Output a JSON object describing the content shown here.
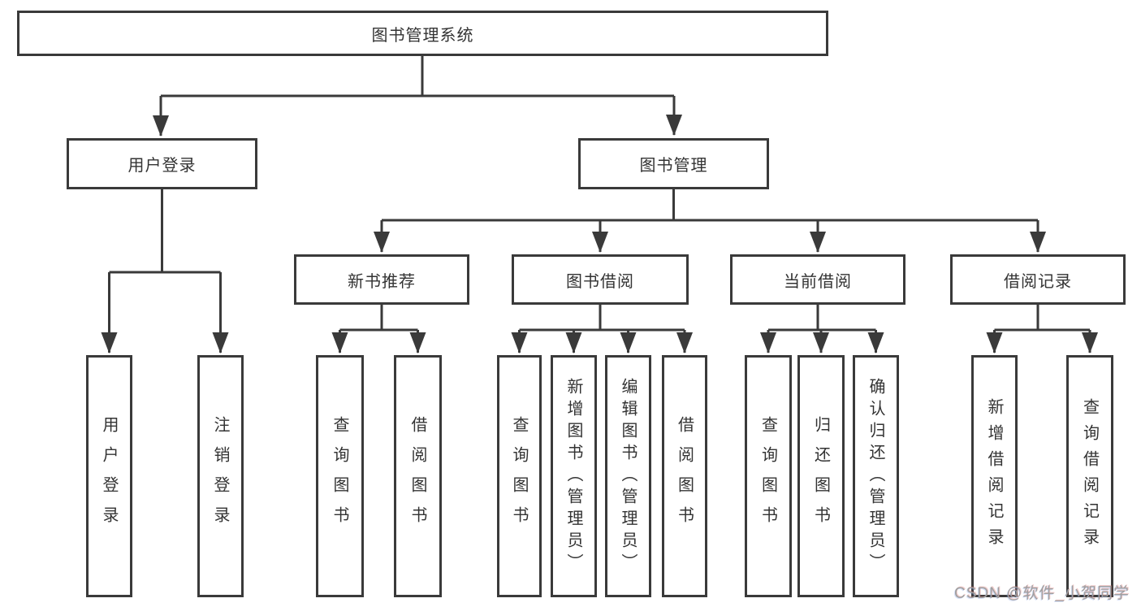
{
  "diagram": {
    "root": {
      "label": "图书管理系统"
    },
    "level1": [
      {
        "label": "用户登录"
      },
      {
        "label": "图书管理"
      }
    ],
    "level2": [
      {
        "label": "新书推荐"
      },
      {
        "label": "图书借阅"
      },
      {
        "label": "当前借阅"
      },
      {
        "label": "借阅记录"
      }
    ],
    "leaves": [
      {
        "label": "用户登录"
      },
      {
        "label": "注销登录"
      },
      {
        "label": "查询图书"
      },
      {
        "label": "借阅图书"
      },
      {
        "label": "查询图书"
      },
      {
        "label": "新增图书（管理员）"
      },
      {
        "label": "编辑图书（管理员）"
      },
      {
        "label": "借阅图书"
      },
      {
        "label": "查询图书"
      },
      {
        "label": "归还图书"
      },
      {
        "label": "确认归还（管理员）"
      },
      {
        "label": "新增借阅记录"
      },
      {
        "label": "查询借阅记录"
      }
    ],
    "watermark": "CSDN @软件_小贺同学",
    "colors": {
      "line": "#3a3a3a",
      "text": "#333333",
      "background": "#ffffff",
      "watermark": "#a0a0a0"
    }
  }
}
